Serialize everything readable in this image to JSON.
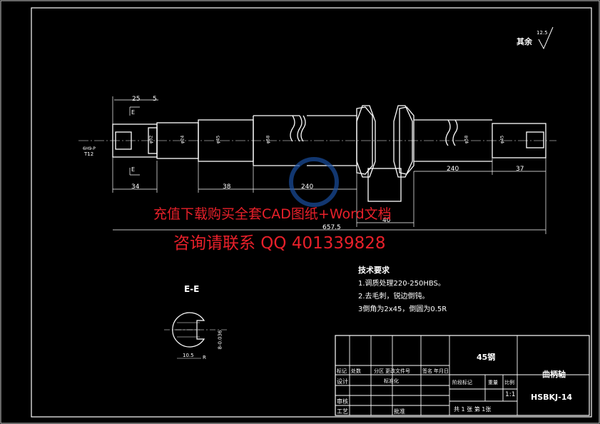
{
  "surface_note": {
    "label": "其余",
    "roughness": "12.5"
  },
  "dimensions": {
    "d25": "25",
    "d5": "5",
    "d34": "34",
    "d38": "38",
    "d240a": "240",
    "d40": "40",
    "d240b": "240",
    "d37": "37",
    "d657": "657.5",
    "keyway_fit": "6H9-P",
    "keyway_depth": "T12",
    "section_label_top": "E",
    "section_label_bot": "E",
    "dia1": "φ24",
    "dia2": "φ45",
    "dia3": "φ58",
    "dia4": "φ58",
    "dia5": "φ45",
    "dia_small": "φ32"
  },
  "section_view": {
    "title": "E-E",
    "w": "10.5",
    "h": "8-0.036",
    "r": "R"
  },
  "tech_requirements": {
    "title": "技术要求",
    "items": [
      "1.调质处理220-250HBS。",
      "2.去毛刺，锐边倒钝。",
      "3倒角为2x45，倒圆为0.5R"
    ]
  },
  "title_block": {
    "material": "45钢",
    "part_name": "曲柄轴",
    "drawing_no": "HSBKJ-14",
    "scale": "1:1",
    "sheet": "共 1 张  第 1张",
    "row_labels": [
      "标记",
      "处数",
      "分区",
      "更改文件号",
      "签名",
      "年月日"
    ],
    "designer": "设计",
    "standard": "标准化",
    "review": "审核",
    "process": "工艺",
    "approve": "批准",
    "stage_labels": [
      "阶段标记",
      "重量",
      "比例"
    ]
  },
  "watermark": {
    "line1": "充值下载购买全套CAD图纸+Word文档",
    "line2": "咨询请联系  QQ 401339828"
  }
}
